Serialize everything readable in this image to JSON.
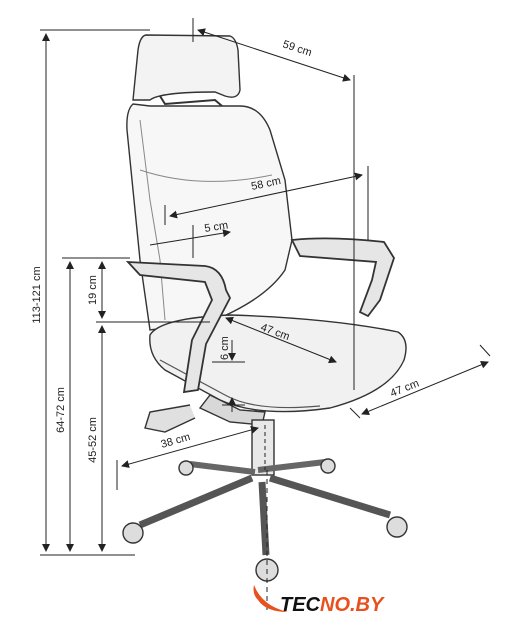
{
  "dimensions": {
    "total_height": "113-121 cm",
    "armrest_height": "64-72 cm",
    "seat_height": "45-52 cm",
    "armrest_to_seat": "19 cm",
    "back_depth": "59 cm",
    "back_width": "58 cm",
    "lumbar_offset": "5 cm",
    "seat_depth": "47 cm",
    "seat_width": "47 cm",
    "seat_thickness": "6 cm",
    "base_radius": "38 cm"
  },
  "logo": {
    "brand_part1": "TEC",
    "brand_part2": "NO.BY",
    "accent_color": "#e8501e",
    "dark_color": "#111111"
  }
}
